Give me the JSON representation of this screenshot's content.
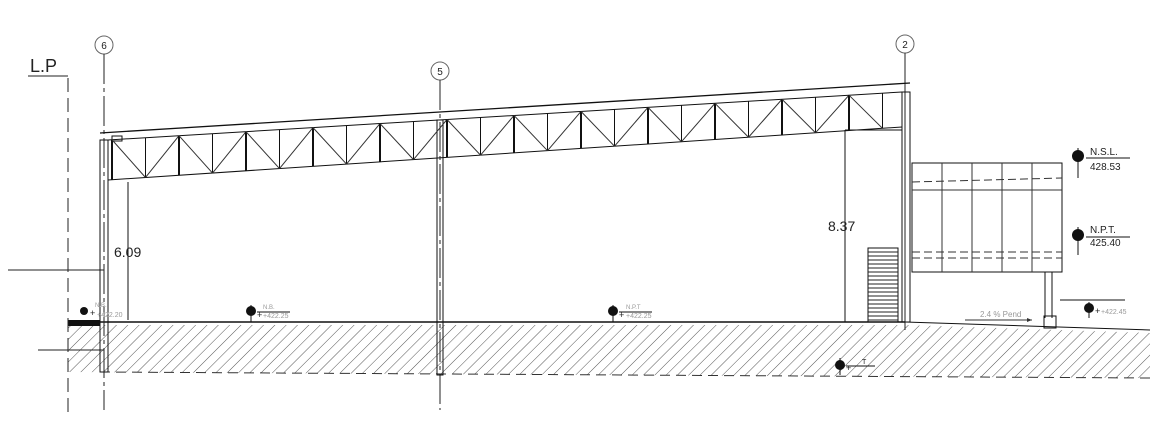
{
  "drawing": {
    "property_line_label": "L.P",
    "axes": [
      "6",
      "5",
      "2"
    ],
    "heights": {
      "left": "6.09",
      "right": "8.37"
    },
    "levels": {
      "nb_left": {
        "label": "N.B.",
        "value": "+422.20"
      },
      "nb_mid": {
        "label": "N.B.",
        "value": "+422.25"
      },
      "npt_mid": {
        "label": "N.P.T",
        "value": "+422.25"
      },
      "nsl": {
        "label": "N.S.L.",
        "value": "428.53"
      },
      "npt_right": {
        "label": "N.P.T.",
        "value": "425.40"
      },
      "ext": {
        "value": "+422.45"
      },
      "lower": {
        "label": "T"
      }
    },
    "slope_note": "2.4 % Pend"
  }
}
